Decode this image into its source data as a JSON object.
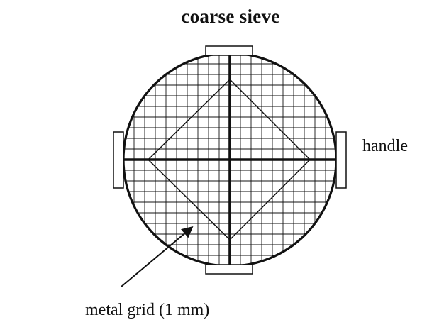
{
  "diagram": {
    "title": "coarse sieve",
    "labels": {
      "handle": "handle",
      "grid": "metal grid (1 mm)"
    }
  },
  "colors": {
    "ink": "#111111",
    "background": "#ffffff"
  }
}
